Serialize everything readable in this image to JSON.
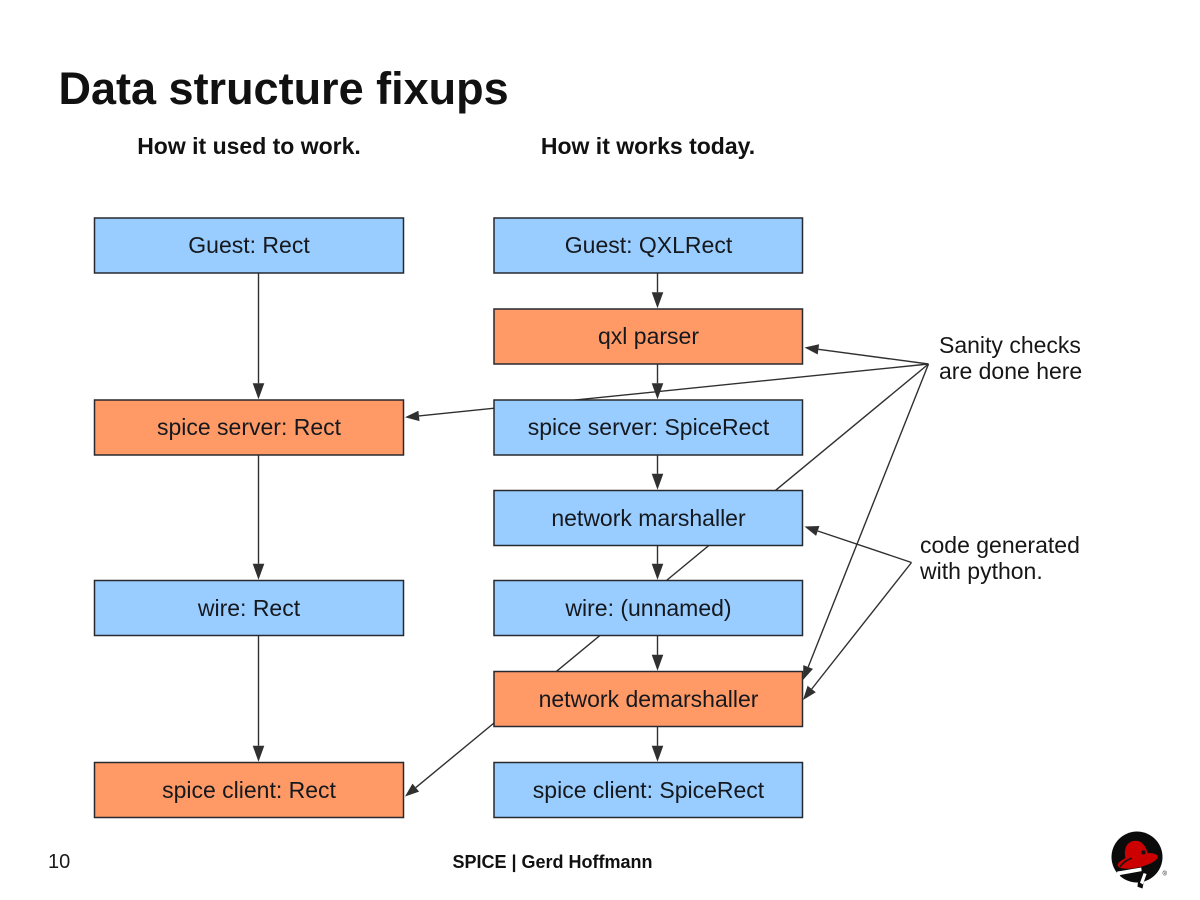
{
  "slide": {
    "title": "Data structure fixups",
    "page_number": "10",
    "footer": "SPICE | Gerd Hoffmann",
    "logo_registered_mark": "®"
  },
  "columns": {
    "left": {
      "heading": "How it used to work."
    },
    "right": {
      "heading": "How it works today."
    }
  },
  "boxes": {
    "left": [
      {
        "label": "Guest: Rect",
        "color_key": "blue"
      },
      {
        "label": "spice server: Rect",
        "color_key": "orange"
      },
      {
        "label": "wire: Rect",
        "color_key": "blue"
      },
      {
        "label": "spice client: Rect",
        "color_key": "orange"
      }
    ],
    "right": [
      {
        "label": "Guest: QXLRect",
        "color_key": "blue"
      },
      {
        "label": "qxl parser",
        "color_key": "orange"
      },
      {
        "label": "spice server: SpiceRect",
        "color_key": "blue"
      },
      {
        "label": "network marshaller",
        "color_key": "blue"
      },
      {
        "label": "wire: (unnamed)",
        "color_key": "blue"
      },
      {
        "label": "network demarshaller",
        "color_key": "orange"
      },
      {
        "label": "spice client: SpiceRect",
        "color_key": "blue"
      }
    ]
  },
  "annotations": {
    "sanity": {
      "line1": "Sanity checks",
      "line2": "are done here"
    },
    "codegen": {
      "line1": "code generated",
      "line2": "with python."
    }
  },
  "colors": {
    "blue": "#99ccff",
    "orange": "#ff9966",
    "box_border": "#26292e",
    "line": "#303030",
    "logo_red": "#cc0000",
    "logo_black": "#0b0b0b"
  }
}
